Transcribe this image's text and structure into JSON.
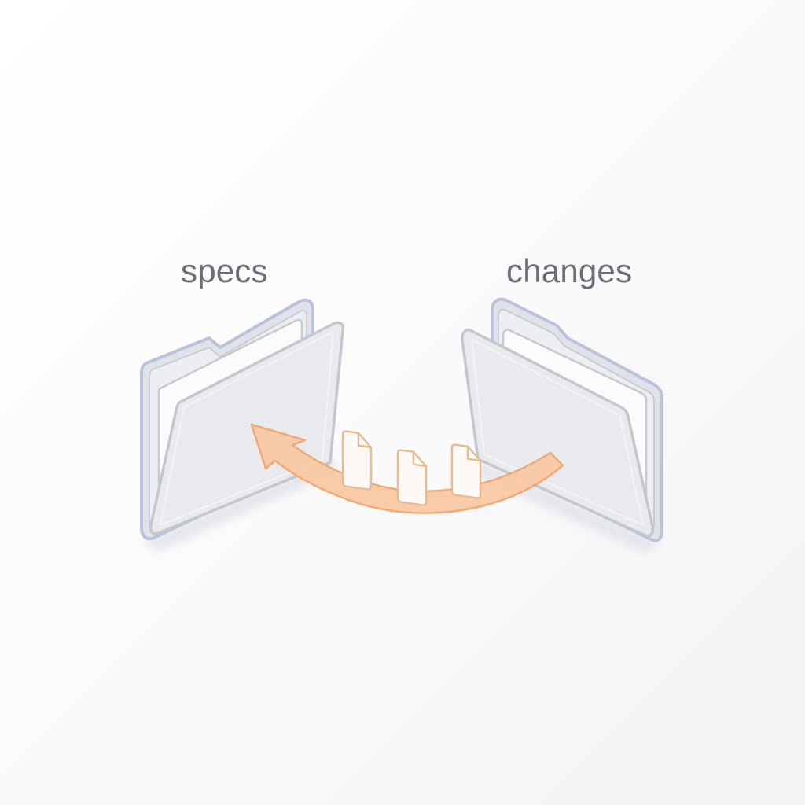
{
  "diagram": {
    "source_folder": {
      "label": "changes",
      "icon": "folder-icon"
    },
    "target_folder": {
      "label": "specs",
      "icon": "folder-icon"
    },
    "transfer": {
      "direction": "changes-to-specs",
      "arrow_icon": "curved-arrow-icon",
      "file_count": 3,
      "file_icon": "document-icon"
    }
  },
  "colors": {
    "background": "#ffffff",
    "folder_fill": "#e9eaee",
    "folder_stroke": "#c4c7cd",
    "folder_tab_accent": "#b9c4da",
    "paper": "#fbfbfb",
    "arrow_fill": "#f9c9a5",
    "arrow_stroke": "#f0a771",
    "document_fill": "#fdf9f4",
    "document_stroke": "#e7bc94",
    "label_text": "#6b6f75"
  }
}
